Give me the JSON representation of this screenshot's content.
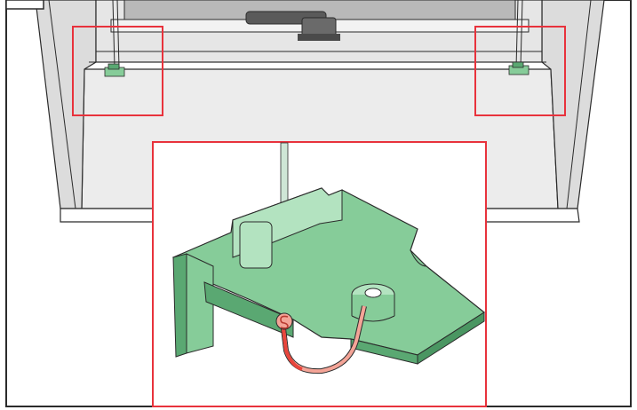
{
  "figure": {
    "subject": "window-sill-blind-cord-clip-installation",
    "colors": {
      "frame_stroke": "#2b2b2b",
      "wall": "#ffffff",
      "recess_shade": "#dcdcdc",
      "recess_light": "#ececec",
      "glass": "#b9b9b9",
      "handle": "#5a5a5a",
      "clip_green": "#86cc99",
      "clip_green_dark": "#5aa872",
      "clip_green_light": "#b3e3c0",
      "cord": "#cfe6d6",
      "cord_red": "#e8453c",
      "cord_pink": "#f4a497",
      "highlight_box": "#e8323c"
    },
    "callouts": [
      {
        "name": "left-clip-highlight"
      },
      {
        "name": "right-clip-highlight"
      },
      {
        "name": "detail-inset"
      }
    ],
    "icons": [
      "window-handle-icon",
      "cord-clip-icon",
      "cord-hook-icon"
    ]
  }
}
